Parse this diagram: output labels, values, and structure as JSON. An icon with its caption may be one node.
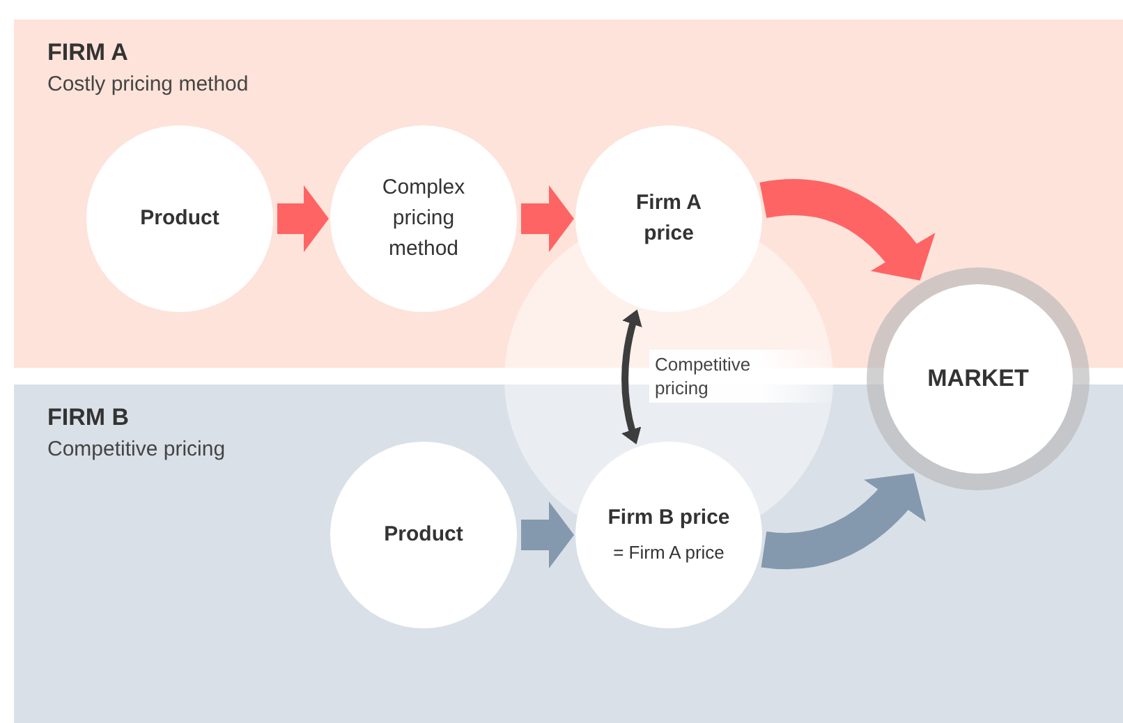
{
  "diagram": {
    "nodes": [
      {
        "text": [
          "FIRM A",
          "Costly pricing method"
        ]
      },
      {
        "text": [
          "Product"
        ],
        "in": 0
      },
      {
        "text": [
          "Complex pricing method"
        ],
        "in": 0
      },
      {
        "text": [
          "Firm A price"
        ],
        "in": 0
      },
      {
        "text": [
          "FIRM B",
          "Competitive pricing"
        ]
      },
      {
        "text": [
          "Product"
        ],
        "in": 4
      },
      {
        "text": [
          "Firm B price",
          "= Firm A price"
        ],
        "in": 4
      },
      {
        "text": [
          "MARKET"
        ]
      }
    ],
    "edges": [
      {
        "from": 1,
        "to": 2,
        "arrow": "to",
        "color": "#ff6464"
      },
      {
        "from": 2,
        "to": 3,
        "arrow": "to",
        "color": "#ff6464"
      },
      {
        "from": 3,
        "to": 7,
        "arrow": "to",
        "color": "#ff6464"
      },
      {
        "from": 3,
        "to": 6,
        "arrow": "both",
        "label": "Competitive pricing",
        "color": "#3d3d3d"
      },
      {
        "from": 5,
        "to": 6,
        "arrow": "to",
        "color": "#8499ae"
      },
      {
        "from": 6,
        "to": 7,
        "arrow": "to",
        "color": "#8499ae"
      }
    ]
  }
}
